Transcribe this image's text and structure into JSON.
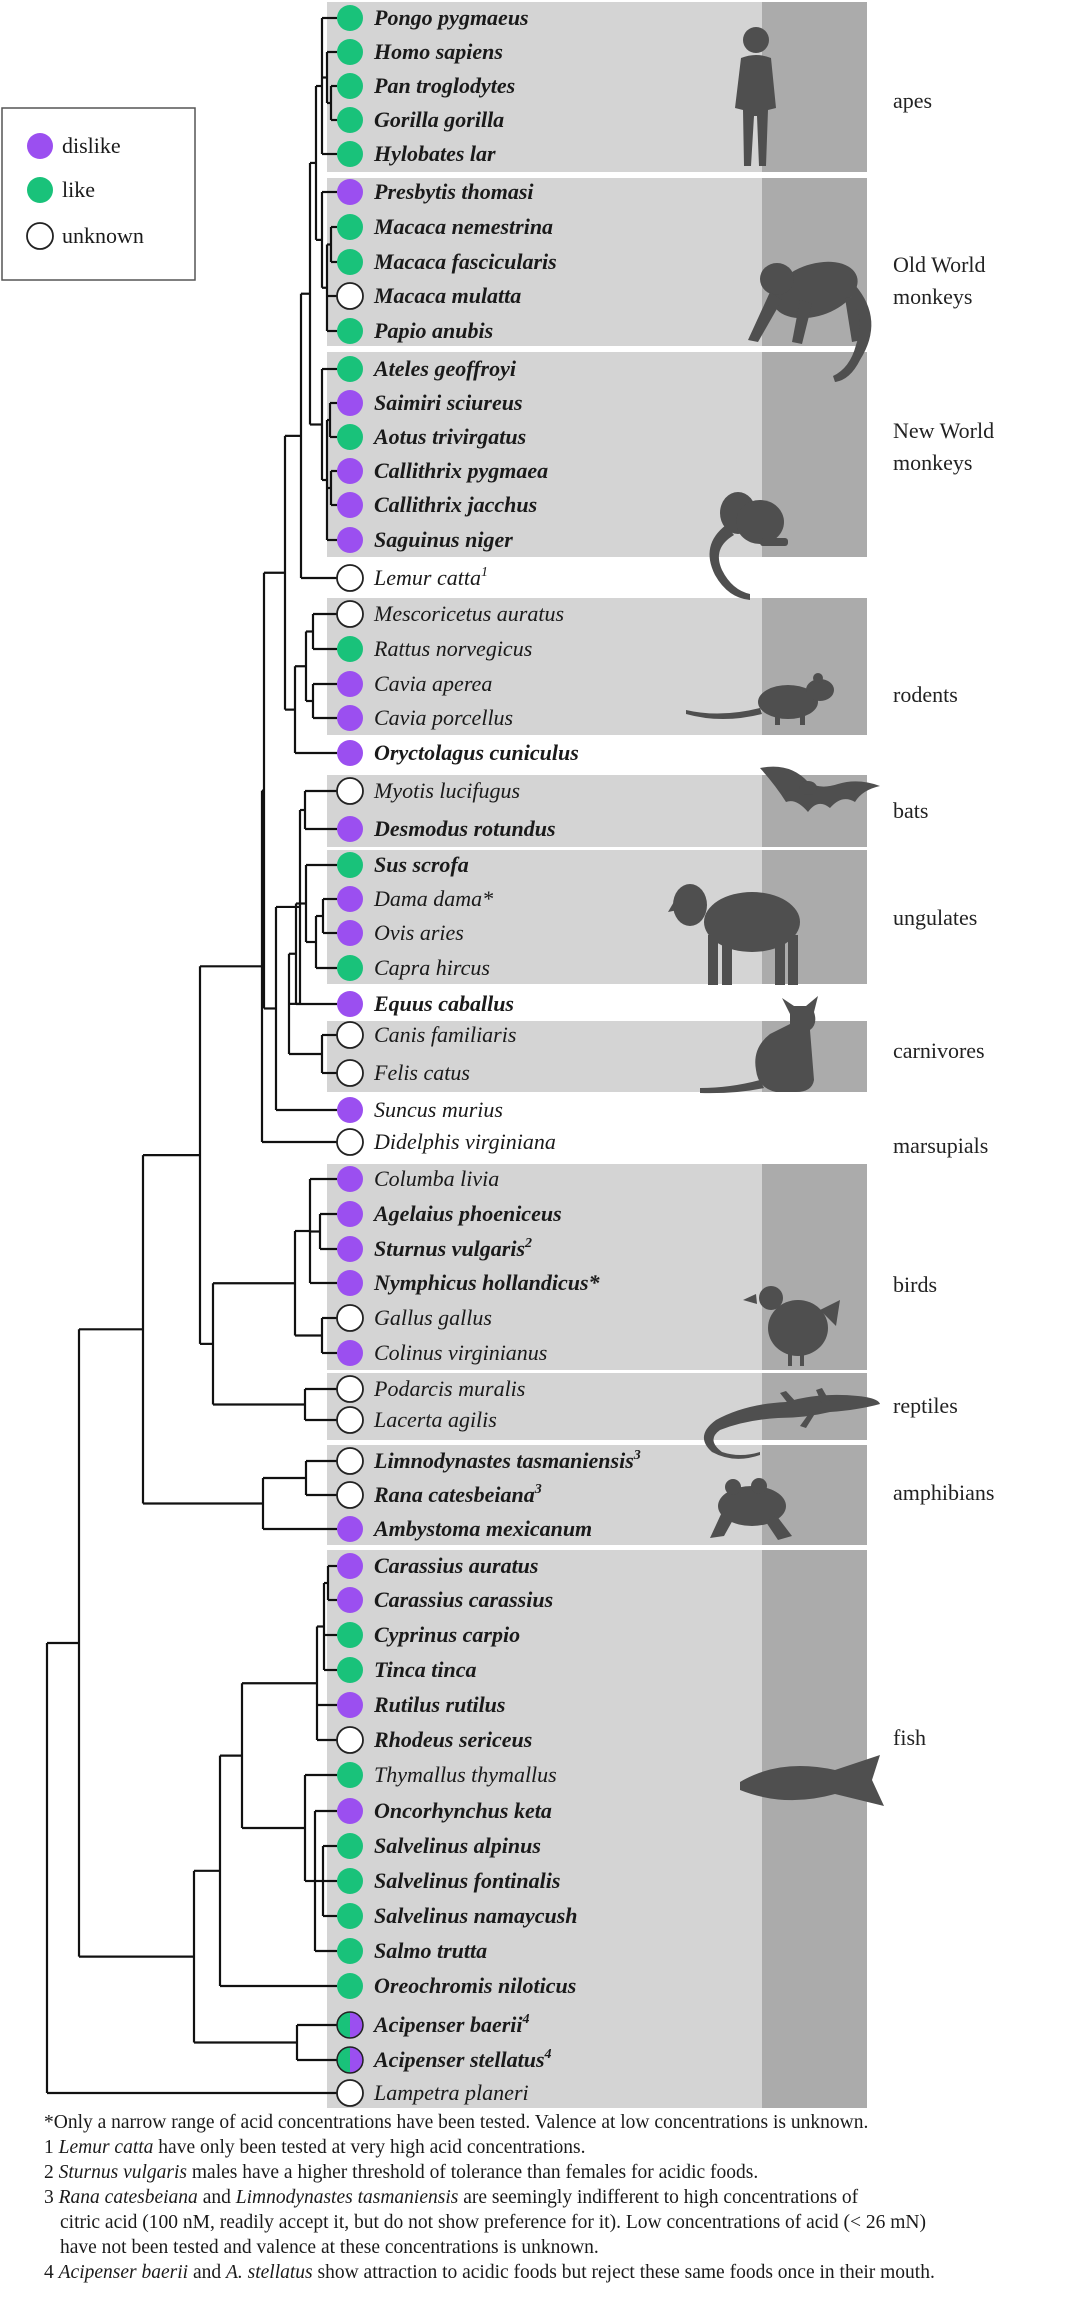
{
  "legend": {
    "items": [
      {
        "key": "dislike",
        "label": "dislike",
        "color": "#9b4ff0"
      },
      {
        "key": "like",
        "label": "like",
        "color": "#19c27a"
      },
      {
        "key": "unknown",
        "label": "unknown",
        "color": "#ffffff"
      }
    ]
  },
  "groups": [
    {
      "name_lines": [
        "apes"
      ],
      "icon": "human-silhouette-icon"
    },
    {
      "name_lines": [
        "Old World",
        "monkeys"
      ],
      "icon": "monkey-silhouette-icon"
    },
    {
      "name_lines": [
        "New World",
        "monkeys"
      ],
      "icon": "marmoset-silhouette-icon"
    },
    {
      "name_lines": [
        "rodents"
      ],
      "icon": "rat-silhouette-icon"
    },
    {
      "name_lines": [
        "bats"
      ],
      "icon": "bat-silhouette-icon"
    },
    {
      "name_lines": [
        "ungulates"
      ],
      "icon": "sheep-silhouette-icon"
    },
    {
      "name_lines": [
        "carnivores"
      ],
      "icon": "cat-silhouette-icon"
    },
    {
      "name_lines": [
        "marsupials"
      ],
      "icon": ""
    },
    {
      "name_lines": [
        "birds"
      ],
      "icon": "chicken-silhouette-icon"
    },
    {
      "name_lines": [
        "reptiles"
      ],
      "icon": "lizard-silhouette-icon"
    },
    {
      "name_lines": [
        "amphibians"
      ],
      "icon": "frog-silhouette-icon"
    },
    {
      "name_lines": [
        "fish"
      ],
      "icon": "fish-silhouette-icon"
    }
  ],
  "species": [
    {
      "name": "Pongo pygmaeus",
      "valence": "like",
      "bold": true,
      "sup": ""
    },
    {
      "name": "Homo sapiens",
      "valence": "like",
      "bold": true,
      "sup": ""
    },
    {
      "name": "Pan troglodytes",
      "valence": "like",
      "bold": true,
      "sup": ""
    },
    {
      "name": "Gorilla gorilla",
      "valence": "like",
      "bold": true,
      "sup": ""
    },
    {
      "name": "Hylobates lar",
      "valence": "like",
      "bold": true,
      "sup": ""
    },
    {
      "name": "Presbytis thomasi",
      "valence": "dislike",
      "bold": true,
      "sup": ""
    },
    {
      "name": "Macaca nemestrina",
      "valence": "like",
      "bold": true,
      "sup": ""
    },
    {
      "name": "Macaca fascicularis",
      "valence": "like",
      "bold": true,
      "sup": ""
    },
    {
      "name": "Macaca mulatta",
      "valence": "unknown",
      "bold": true,
      "sup": ""
    },
    {
      "name": "Papio anubis",
      "valence": "like",
      "bold": true,
      "sup": ""
    },
    {
      "name": "Ateles geoffroyi",
      "valence": "like",
      "bold": true,
      "sup": ""
    },
    {
      "name": "Saimiri sciureus",
      "valence": "dislike",
      "bold": true,
      "sup": ""
    },
    {
      "name": "Aotus trivirgatus",
      "valence": "like",
      "bold": true,
      "sup": ""
    },
    {
      "name": "Callithrix pygmaea",
      "valence": "dislike",
      "bold": true,
      "sup": ""
    },
    {
      "name": "Callithrix jacchus",
      "valence": "dislike",
      "bold": true,
      "sup": ""
    },
    {
      "name": "Saguinus niger",
      "valence": "dislike",
      "bold": true,
      "sup": ""
    },
    {
      "name": "Lemur catta",
      "valence": "unknown",
      "bold": false,
      "sup": "1"
    },
    {
      "name": "Mescoricetus auratus",
      "valence": "unknown",
      "bold": false,
      "sup": ""
    },
    {
      "name": "Rattus norvegicus",
      "valence": "like",
      "bold": false,
      "sup": ""
    },
    {
      "name": "Cavia aperea",
      "valence": "dislike",
      "bold": false,
      "sup": ""
    },
    {
      "name": "Cavia porcellus",
      "valence": "dislike",
      "bold": false,
      "sup": ""
    },
    {
      "name": "Oryctolagus cuniculus",
      "valence": "dislike",
      "bold": true,
      "sup": ""
    },
    {
      "name": "Myotis lucifugus",
      "valence": "unknown",
      "bold": false,
      "sup": ""
    },
    {
      "name": "Desmodus rotundus",
      "valence": "dislike",
      "bold": true,
      "sup": ""
    },
    {
      "name": "Sus scrofa",
      "valence": "like",
      "bold": true,
      "sup": ""
    },
    {
      "name": "Dama dama*",
      "valence": "dislike",
      "bold": false,
      "sup": ""
    },
    {
      "name": "Ovis aries",
      "valence": "dislike",
      "bold": false,
      "sup": ""
    },
    {
      "name": "Capra hircus",
      "valence": "like",
      "bold": false,
      "sup": ""
    },
    {
      "name": "Equus caballus",
      "valence": "dislike",
      "bold": true,
      "sup": ""
    },
    {
      "name": "Canis familiaris",
      "valence": "unknown",
      "bold": false,
      "sup": ""
    },
    {
      "name": "Felis catus",
      "valence": "unknown",
      "bold": false,
      "sup": ""
    },
    {
      "name": "Suncus murius",
      "valence": "dislike",
      "bold": false,
      "sup": ""
    },
    {
      "name": "Didelphis virginiana",
      "valence": "unknown",
      "bold": false,
      "sup": ""
    },
    {
      "name": "Columba livia",
      "valence": "dislike",
      "bold": false,
      "sup": ""
    },
    {
      "name": "Agelaius phoeniceus",
      "valence": "dislike",
      "bold": true,
      "sup": ""
    },
    {
      "name": "Sturnus vulgaris",
      "valence": "dislike",
      "bold": true,
      "sup": "2"
    },
    {
      "name": "Nymphicus hollandicus*",
      "valence": "dislike",
      "bold": true,
      "sup": ""
    },
    {
      "name": "Gallus gallus",
      "valence": "unknown",
      "bold": false,
      "sup": ""
    },
    {
      "name": "Colinus virginianus",
      "valence": "dislike",
      "bold": false,
      "sup": ""
    },
    {
      "name": "Podarcis muralis",
      "valence": "unknown",
      "bold": false,
      "sup": ""
    },
    {
      "name": "Lacerta agilis",
      "valence": "unknown",
      "bold": false,
      "sup": ""
    },
    {
      "name": "Limnodynastes tasmaniensis",
      "valence": "unknown",
      "bold": true,
      "sup": "3"
    },
    {
      "name": "Rana catesbeiana",
      "valence": "unknown",
      "bold": true,
      "sup": "3"
    },
    {
      "name": "Ambystoma mexicanum",
      "valence": "dislike",
      "bold": true,
      "sup": ""
    },
    {
      "name": "Carassius auratus",
      "valence": "dislike",
      "bold": true,
      "sup": ""
    },
    {
      "name": "Carassius carassius",
      "valence": "dislike",
      "bold": true,
      "sup": ""
    },
    {
      "name": "Cyprinus carpio",
      "valence": "like",
      "bold": true,
      "sup": ""
    },
    {
      "name": "Tinca tinca",
      "valence": "like",
      "bold": true,
      "sup": ""
    },
    {
      "name": "Rutilus rutilus",
      "valence": "dislike",
      "bold": true,
      "sup": ""
    },
    {
      "name": "Rhodeus sericeus",
      "valence": "unknown",
      "bold": true,
      "sup": ""
    },
    {
      "name": "Thymallus thymallus",
      "valence": "like",
      "bold": false,
      "sup": ""
    },
    {
      "name": "Oncorhynchus keta",
      "valence": "dislike",
      "bold": true,
      "sup": ""
    },
    {
      "name": "Salvelinus alpinus",
      "valence": "like",
      "bold": true,
      "sup": ""
    },
    {
      "name": "Salvelinus fontinalis",
      "valence": "like",
      "bold": true,
      "sup": ""
    },
    {
      "name": "Salvelinus namaycush",
      "valence": "like",
      "bold": true,
      "sup": ""
    },
    {
      "name": "Salmo trutta",
      "valence": "like",
      "bold": true,
      "sup": ""
    },
    {
      "name": "Oreochromis niloticus",
      "valence": "like",
      "bold": true,
      "sup": ""
    },
    {
      "name": "Acipenser baerii",
      "valence": "mixed",
      "bold": true,
      "sup": "4"
    },
    {
      "name": "Acipenser stellatus",
      "valence": "mixed",
      "bold": true,
      "sup": "4"
    },
    {
      "name": "Lampetra planeri",
      "valence": "unknown",
      "bold": false,
      "sup": ""
    }
  ],
  "notes": {
    "star": "*Only a narrow range of acid concentrations have been tested. Valence at low concentrations is unknown.",
    "n1_num": "1 ",
    "n1_italic": "Lemur catta",
    "n1_rest": " have only been tested at very high acid concentrations.",
    "n2_num": "2 ",
    "n2_italic": "Sturnus vulgaris",
    "n2_rest": " males have a higher threshold of tolerance than females for acidic foods.",
    "n3_num": "3 ",
    "n3_italic_a": "Rana catesbeiana",
    "n3_mid": " and ",
    "n3_italic_b": "Limnodynastes tasmaniensis",
    "n3_rest": " are seemingly indifferent to high concentrations of",
    "n3_line2": "citric acid (100 nM, readily accept it, but do not show preference for it). Low concentrations of acid (< 26 mN)",
    "n3_line3": "have not been tested and valence at these concentrations is unknown.",
    "n4_num": "4 ",
    "n4_italic_a": "Acipenser baerii",
    "n4_mid": " and ",
    "n4_italic_b": "A. stellatus",
    "n4_rest": " show attraction to acidic foods but reject these same foods once in their mouth."
  }
}
